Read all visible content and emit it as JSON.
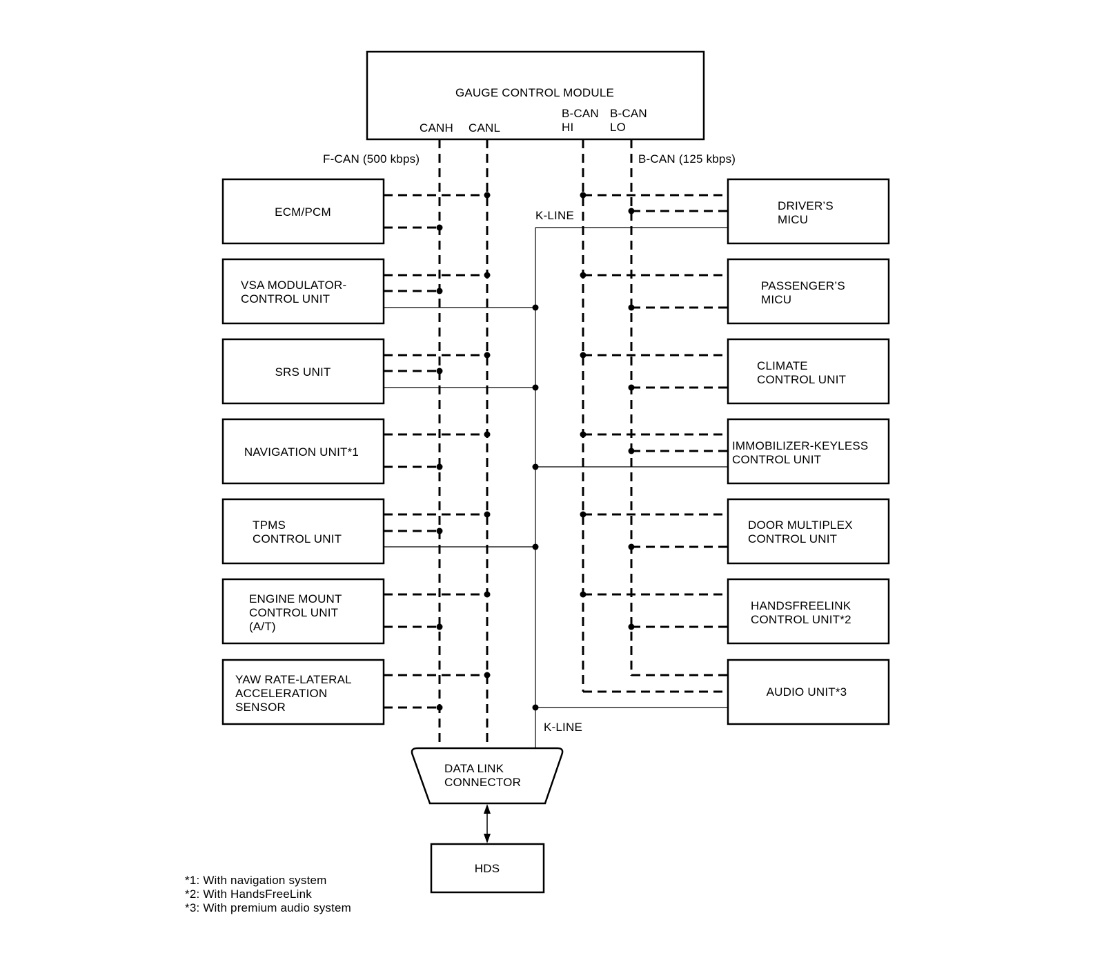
{
  "gauge": {
    "title": "GAUGE CONTROL MODULE",
    "canh": "CANH",
    "canl": "CANL",
    "bcan_hi": [
      "B-CAN",
      "HI"
    ],
    "bcan_lo": [
      "B-CAN",
      "LO"
    ]
  },
  "bus_labels": {
    "fcan": "F-CAN (500 kbps)",
    "bcan": "B-CAN (125 kbps)",
    "kline_top": "K-LINE",
    "kline_bottom": "K-LINE"
  },
  "left_units": [
    {
      "id": "ecm-pcm",
      "lines": [
        "ECM/PCM"
      ]
    },
    {
      "id": "vsa",
      "lines": [
        "VSA MODULATOR-",
        "CONTROL UNIT"
      ]
    },
    {
      "id": "srs",
      "lines": [
        "SRS UNIT"
      ]
    },
    {
      "id": "navigation",
      "lines": [
        "NAVIGATION UNIT*1"
      ]
    },
    {
      "id": "tpms",
      "lines": [
        "TPMS",
        "CONTROL UNIT"
      ]
    },
    {
      "id": "engine-mount",
      "lines": [
        "ENGINE MOUNT",
        "CONTROL UNIT",
        "(A/T)"
      ]
    },
    {
      "id": "yaw-rate",
      "lines": [
        "YAW RATE-LATERAL",
        "ACCELERATION",
        "SENSOR"
      ]
    }
  ],
  "right_units": [
    {
      "id": "drivers-micu",
      "lines": [
        "DRIVER’S",
        "MICU"
      ]
    },
    {
      "id": "passengers-micu",
      "lines": [
        "PASSENGER’S",
        "MICU"
      ]
    },
    {
      "id": "climate",
      "lines": [
        "CLIMATE",
        "CONTROL UNIT"
      ]
    },
    {
      "id": "immobilizer",
      "lines": [
        "IMMOBILIZER-KEYLESS",
        "CONTROL UNIT"
      ]
    },
    {
      "id": "door-multiplex",
      "lines": [
        "DOOR MULTIPLEX",
        "CONTROL UNIT"
      ]
    },
    {
      "id": "handsfreelink",
      "lines": [
        "HANDSFREELINK",
        "CONTROL UNIT*2"
      ]
    },
    {
      "id": "audio",
      "lines": [
        "AUDIO UNIT*3"
      ]
    }
  ],
  "connector": {
    "lines": [
      "DATA LINK",
      "CONNECTOR"
    ]
  },
  "hds": "HDS",
  "footnotes": [
    "*1:  With navigation system",
    "*2:  With HandsFreeLink",
    "*3:  With premium audio system"
  ]
}
